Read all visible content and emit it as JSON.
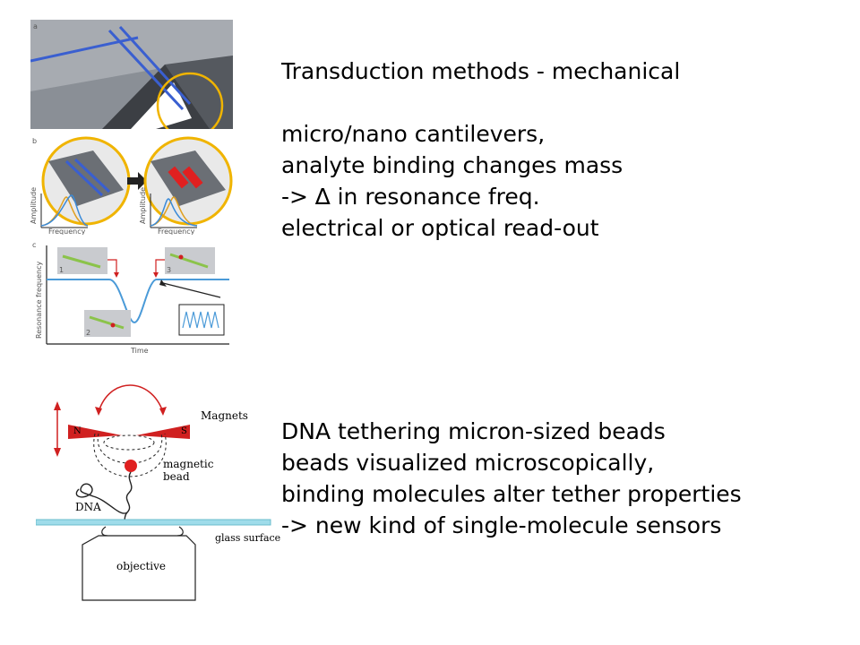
{
  "slide": {
    "section1": {
      "title": "Transduction methods - mechanical",
      "line1": "micro/nano cantilevers,",
      "line2": "analyte binding changes mass",
      "line3": "->  ∆  in resonance freq.",
      "line4": "electrical or optical read-out"
    },
    "section2": {
      "line1": "DNA tethering micron-sized beads",
      "line2": "beads visualized microscopically,",
      "line3": "binding molecules alter tether properties",
      "line4": "-> new kind of single-molecule sensors"
    }
  },
  "figure_cantilever": {
    "panel_a_letter": "a",
    "panel_b_letter": "b",
    "panel_c_letter": "c",
    "amplitude_label": "Amplitude",
    "frequency_label": "Frequency",
    "resonance_label": "Resonance frequency",
    "time_label": "Time",
    "step1": "1",
    "step2": "2",
    "step3": "3"
  },
  "figure_magnetic": {
    "magnets_label": "Magnets",
    "north_label": "N",
    "south_label": "S",
    "bead_label_1": "magnetic",
    "bead_label_2": "bead",
    "dna_label": "DNA",
    "glass_label": "glass surface",
    "objective_label": "objective"
  },
  "colors": {
    "cantilever_blue": "#3a5fd0",
    "ring_yellow": "#f0b400",
    "curve_blue": "#4a9ad8",
    "arrow_red": "#d02020",
    "glass_cyan": "#9fdcea"
  }
}
